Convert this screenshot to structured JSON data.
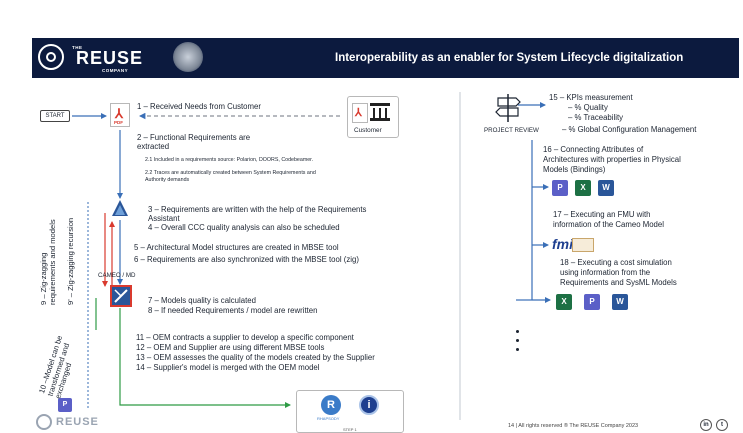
{
  "header": {
    "logo_text": "REUSE",
    "logo_the": "THE",
    "logo_company": "COMPANY",
    "title": "Interoperability as an enabler for System Lifecycle digitalization"
  },
  "left_flow": {
    "start_label": "START",
    "pdf_label": "PDF",
    "customer_label": "Customer",
    "step1": "1 – Received Needs from Customer",
    "step2_l1": "2 – Functional Requirements are",
    "step2_l2": "extracted",
    "step21": "2.1 Included in a requirements source: Polarion, DOORS, Codebeamer.",
    "step22_l1": "2.2 Traces are automatically created between System Requirements and",
    "step22_l2": "Authority demands",
    "step3_l1": "3 – Requirements are written with the help of the Requirements",
    "step3_l2": "Assistant",
    "step4": "4 – Overall CCC quality analysis can also be scheduled",
    "step5": "5 – Architectural Model structures are created in MBSE tool",
    "step6": "6 – Requirements are also synchronized with the MBSE tool (zig)",
    "cameo_label": "CAMEO / MD",
    "step7": "7 – Models quality is calculated",
    "step8": "8 – If needed Requirements / model are rewritten",
    "step11": "11 – OEM contracts a supplier to develop a specific component",
    "step12": "12 – OEM and Supplier are using different MBSE tools",
    "step13": "13 – OEM assesses the quality of the models created by the Supplier",
    "step14": "14 – Supplier's model is merged with the OEM model",
    "rot9_l1": "9 – Zig-zagging",
    "rot9_l2": "requirements and models",
    "rot9b": "9' – Zig-zagging recursion",
    "rot10_l1": "10 –Model can be",
    "rot10_l2": "transformed and",
    "rot10_l3": "exchanged",
    "rhapsody_label": "RHAPSODY",
    "cut_label": "STEP 1"
  },
  "right_flow": {
    "project_review": "PROJECT REVIEW",
    "step15": "15 – KPIs measurement",
    "kpi1": "– % Quality",
    "kpi2": "– % Traceability",
    "kpi3": "– % Global Configuration Management",
    "step16_l1": "16 – Connecting Attributes of",
    "step16_l2": "Architectures with properties in Physical",
    "step16_l3": "Models (Bindings)",
    "step17_l1": "17 – Executing an FMU with",
    "step17_l2": "information of the Cameo Model",
    "fmi_label": "fmi",
    "step18_l1": "18 – Executing a cost simulation",
    "step18_l2": "using information from the",
    "step18_l3": "Requirements and SysML Models"
  },
  "footer": {
    "note": "14 | All rights reserved ® The REUSE Company 2023",
    "linkedin": "in",
    "twitter": "t",
    "logo_text": "REUSE"
  },
  "icons": {
    "excel": "X",
    "word": "W",
    "project": "P",
    "rhapsody": "R",
    "info": "i"
  },
  "colors": {
    "header_bg": "#0c1a3e",
    "arrow_blue": "#3a6fb7",
    "arrow_green": "#2e9b45",
    "arrow_red": "#d93a2e",
    "pdf_red": "#d93a2e"
  }
}
